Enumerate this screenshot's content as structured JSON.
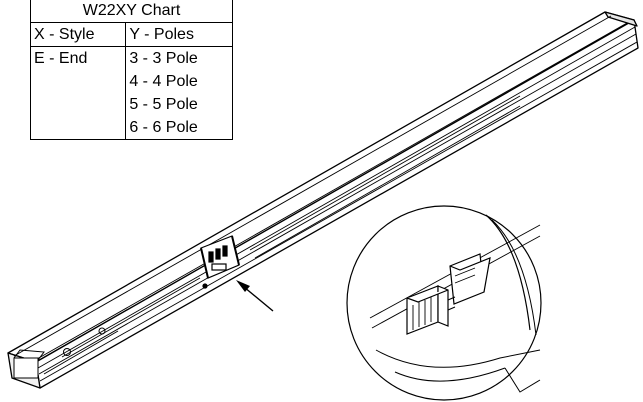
{
  "chart_table": {
    "title": "W22XY Chart",
    "headers": [
      "X - Style",
      "Y - Poles"
    ],
    "style_values": [
      "E - End"
    ],
    "pole_values": [
      "3 - 3 Pole",
      "4 - 4 Pole",
      "5 - 5 Pole",
      "6 - 6 Pole"
    ]
  }
}
